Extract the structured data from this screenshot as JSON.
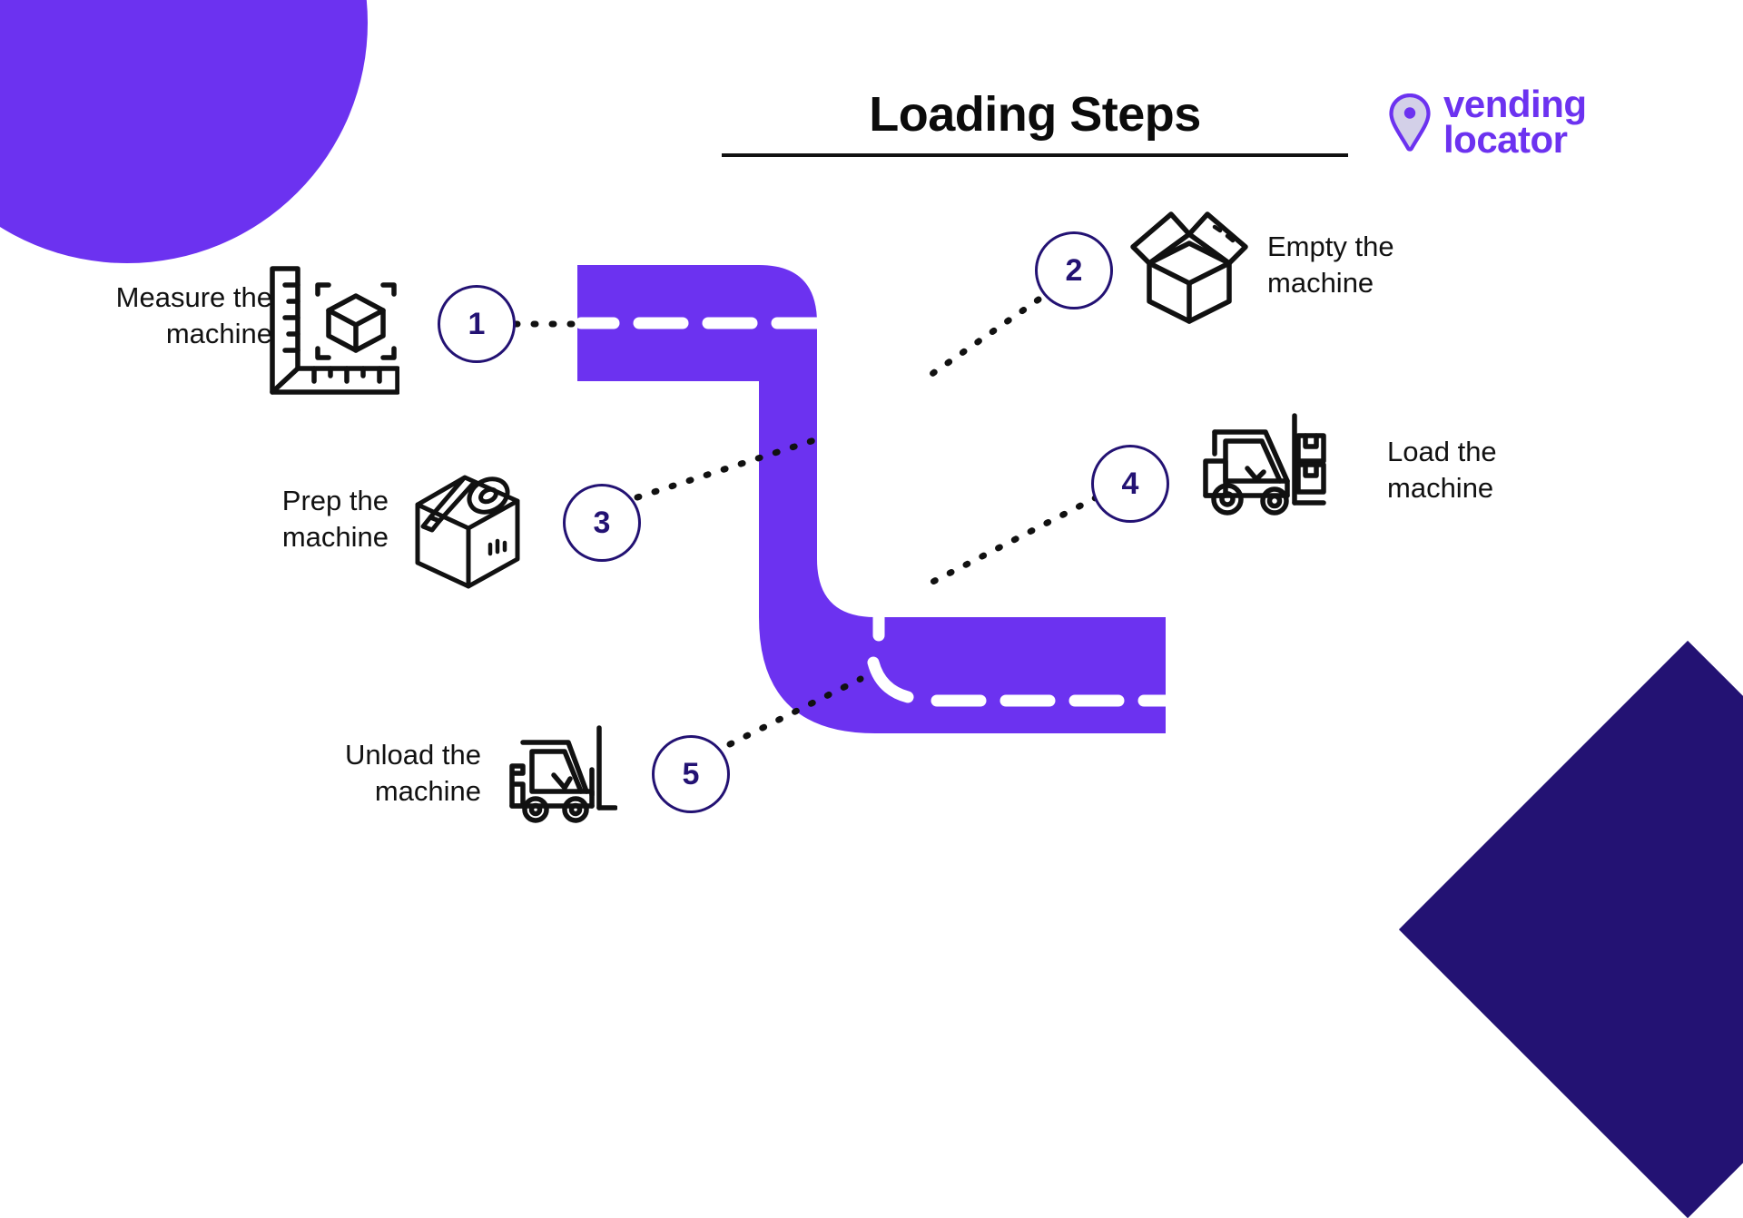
{
  "header": {
    "title": "Loading Steps"
  },
  "logo": {
    "icon": "map-pin-icon",
    "line1": "vending",
    "line2": "locator",
    "color": "#6C32F0",
    "pin_fill": "#D3D0E8"
  },
  "theme": {
    "road": "#6C32F0",
    "road_dash": "#FFFFFF",
    "circle_stroke": "#231273",
    "number_color": "#231273",
    "deco_circle": "#6C32F0",
    "deco_triangle": "#231273",
    "text": "#111111",
    "background": "#FFFFFF"
  },
  "steps": [
    {
      "number": "1",
      "label_line1": "Measure the",
      "label_line2": "machine",
      "icon": "ruler-cube-measure-icon",
      "side": "left"
    },
    {
      "number": "2",
      "label_line1": "Empty the",
      "label_line2": "machine",
      "icon": "open-box-icon",
      "side": "right"
    },
    {
      "number": "3",
      "label_line1": "Prep the",
      "label_line2": "machine",
      "icon": "taped-box-icon",
      "side": "left"
    },
    {
      "number": "4",
      "label_line1": "Load the",
      "label_line2": "machine",
      "icon": "forklift-loaded-icon",
      "side": "right"
    },
    {
      "number": "5",
      "label_line1": "Unload the",
      "label_line2": "machine",
      "icon": "forklift-empty-icon",
      "side": "left"
    }
  ]
}
